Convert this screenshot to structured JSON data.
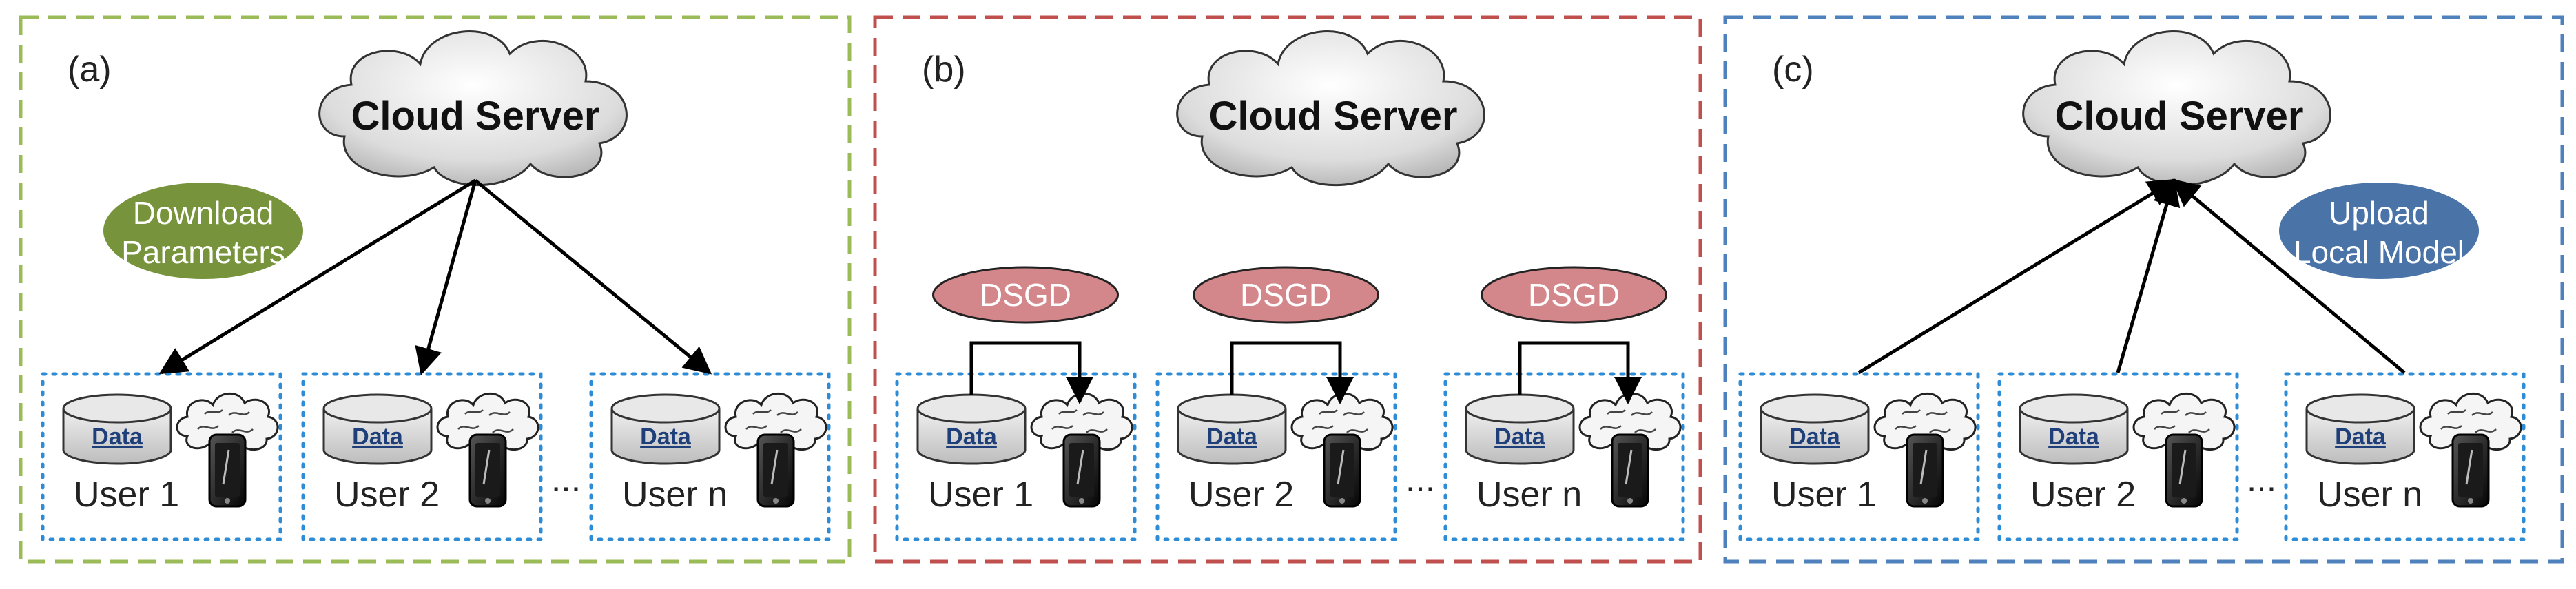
{
  "panels": [
    {
      "label": "(a)",
      "border_color": "#9bbb59",
      "cloud_label": "Cloud Server",
      "ellipse": {
        "lines": [
          "Download",
          "Parameters"
        ],
        "color": "#77933c"
      },
      "users": [
        "User 1",
        "User 2",
        "User n"
      ],
      "data_label": "Data",
      "ellipsis": "..."
    },
    {
      "label": "(b)",
      "border_color": "#c0504d",
      "cloud_label": "Cloud Server",
      "dsgd_label": "DSGD",
      "dsgd_color": "#d4878a",
      "users": [
        "User 1",
        "User 2",
        "User n"
      ],
      "data_label": "Data",
      "ellipsis": "..."
    },
    {
      "label": "(c)",
      "border_color": "#4f81bd",
      "cloud_label": "Cloud Server",
      "ellipse": {
        "lines": [
          "Upload",
          "Local Model"
        ],
        "color": "#4a73a8"
      },
      "users": [
        "User 1",
        "User 2",
        "User n"
      ],
      "data_label": "Data",
      "ellipsis": "..."
    }
  ]
}
